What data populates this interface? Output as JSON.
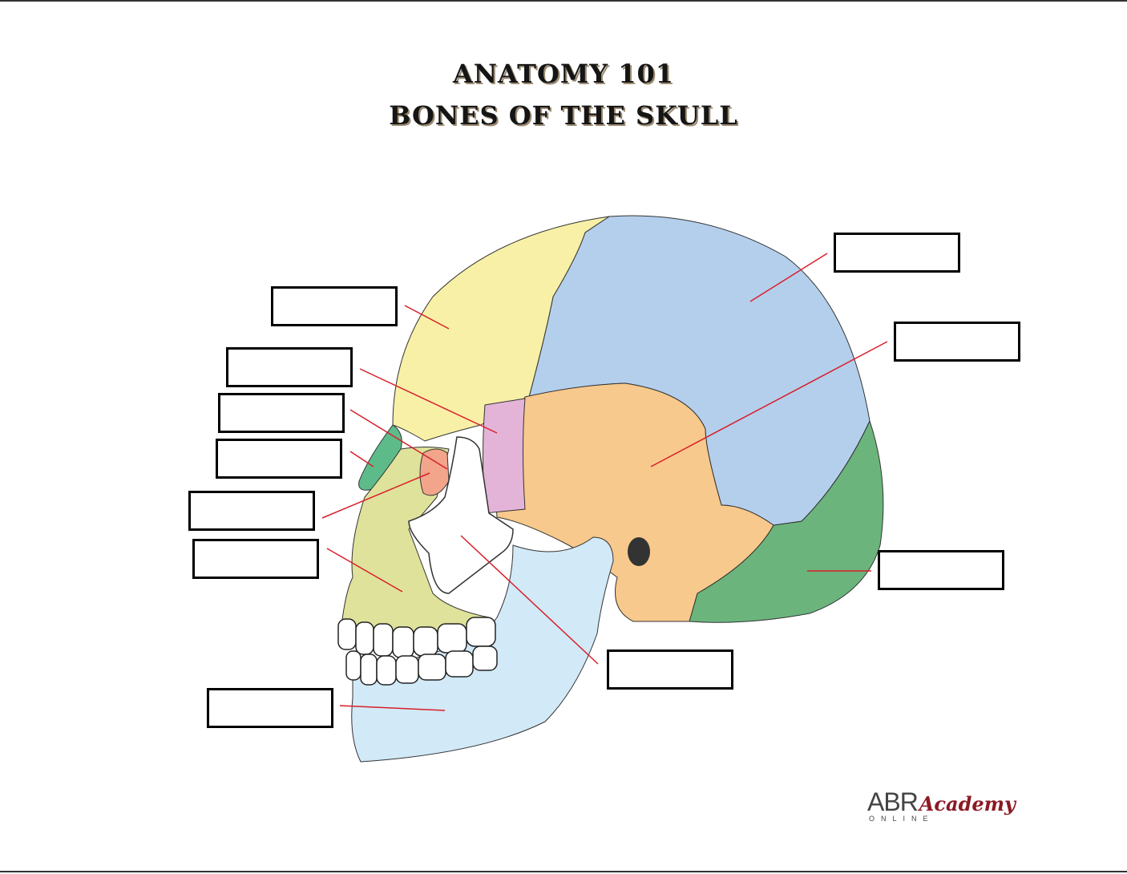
{
  "title": {
    "line1": "ANATOMY 101",
    "line2": "BONES OF THE SKULL"
  },
  "logo": {
    "abr": "ABR",
    "academy": "Academy",
    "online": "ONLINE"
  },
  "label_boxes_count": 11,
  "colors": {
    "frontal": "#f7f0a6",
    "parietal": "#b4cfec",
    "temporal": "#f8c98c",
    "occipital": "#6bb57d",
    "sphenoid": "#e4b4d8",
    "zygomatic": "#ffffff",
    "maxilla": "#dfe29a",
    "mandible": "#d2e9f7",
    "nasal": "#5dbb8a",
    "lacrimal": "#f2a58a",
    "leader": "#d81f2a"
  }
}
